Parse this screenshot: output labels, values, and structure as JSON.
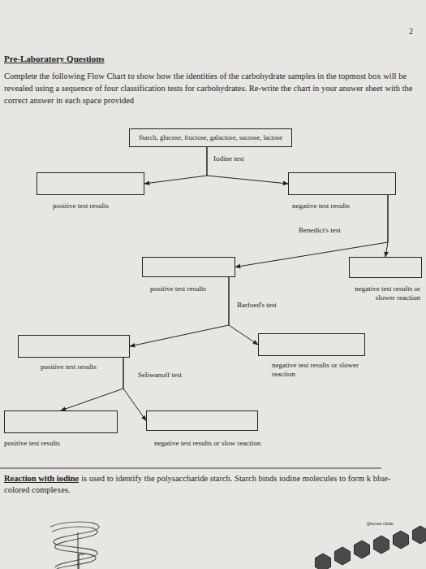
{
  "diagram": {
    "title": "Pre-Laboratory Questions",
    "nodes": [
      {
        "text": [
          "Starch, glucose, fructose, galactose, sucrose, lactose"
        ]
      },
      {
        "text": [
          "positive test results"
        ]
      },
      {
        "text": [
          "negative test results"
        ]
      },
      {
        "text": [
          "positive test results"
        ]
      },
      {
        "text": [
          "negative test results or slower reaction"
        ]
      },
      {
        "text": [
          "positive test results"
        ]
      },
      {
        "text": [
          "negative test results or slower reaction"
        ]
      },
      {
        "text": [
          "positive test results"
        ]
      },
      {
        "text": [
          "negative test results or slow reaction"
        ]
      }
    ],
    "edges": [
      {
        "from": 0,
        "to": 1,
        "arrow": "to"
      },
      {
        "from": 0,
        "to": 2,
        "arrow": "to"
      },
      {
        "from": 2,
        "to": 3,
        "arrow": "to"
      },
      {
        "from": 2,
        "to": 4,
        "arrow": "to"
      },
      {
        "from": 3,
        "to": 5,
        "arrow": "to"
      },
      {
        "from": 3,
        "to": 6,
        "arrow": "to"
      },
      {
        "from": 5,
        "to": 7,
        "arrow": "to"
      },
      {
        "from": 5,
        "to": 8,
        "arrow": "to"
      }
    ],
    "labels": [
      "2",
      "Complete the following Flow Chart to show how the identities of the carbohydrate samples in the topmost box will be revealed using a sequence of four classification tests for carbohydrates. Re-write the chart in your answer sheet with the correct answer in each space provided",
      "Iodine test",
      "Benedict's test",
      "Barfoed's test",
      "Seliwanoff test",
      "Reaction with iodine",
      "is used to identify the polysaccharide starch. Starch binds iodine molecules to form k blue-colored complexes.",
      "glucose chain"
    ]
  }
}
